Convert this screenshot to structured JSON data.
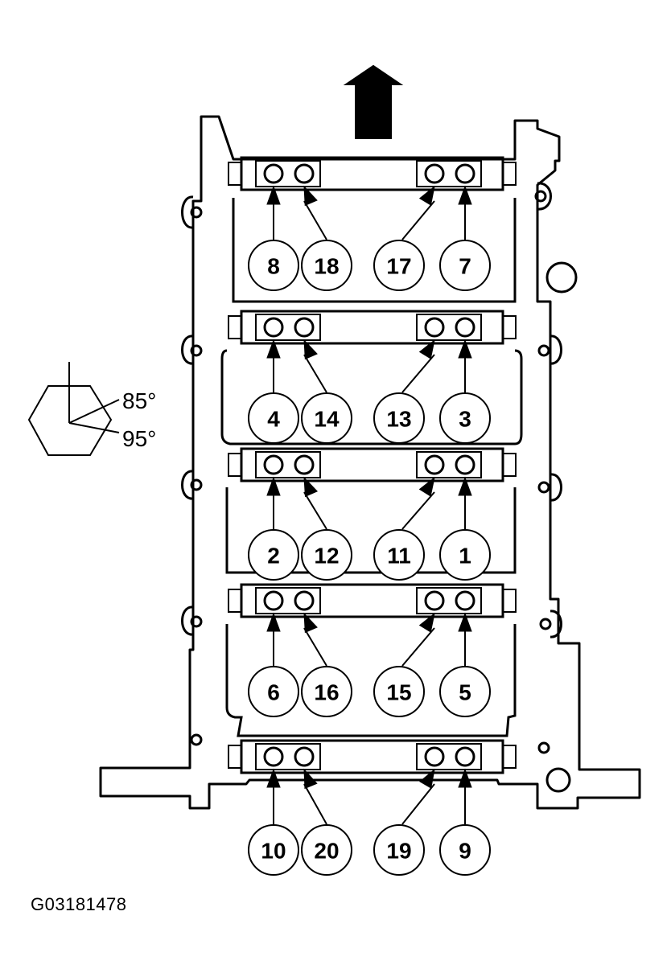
{
  "figure_id": "G03181478",
  "angle_labels": [
    "85°",
    "95°"
  ],
  "rows": [
    {
      "callouts": [
        "8",
        "18",
        "17",
        "7"
      ]
    },
    {
      "callouts": [
        "4",
        "14",
        "13",
        "3"
      ]
    },
    {
      "callouts": [
        "2",
        "12",
        "11",
        "1"
      ]
    },
    {
      "callouts": [
        "6",
        "16",
        "15",
        "5"
      ]
    },
    {
      "callouts": [
        "10",
        "20",
        "19",
        "9"
      ]
    }
  ],
  "colors": {
    "line": "#000000",
    "background": "#ffffff"
  },
  "icons": {
    "front_arrow": "up-arrow-icon",
    "angle_gauge": "hexagon-angle-icon"
  }
}
